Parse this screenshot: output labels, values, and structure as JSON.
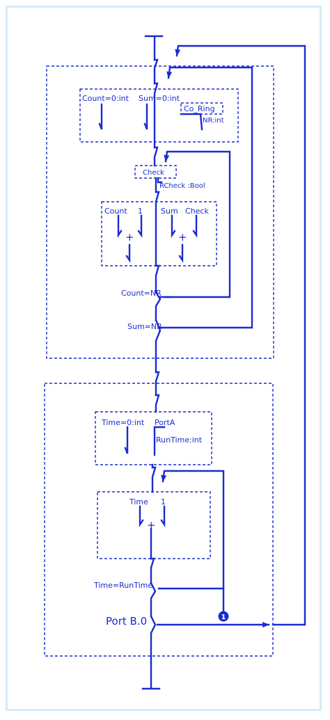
{
  "colors": {
    "line": "#1a2bd0",
    "border": "#d6ecf5",
    "background": "#ffffff",
    "badge_text": "#ffffff"
  },
  "labels": {
    "init1_count": "Count=0:int",
    "init1_sum": "Sum=0:int",
    "co_ring": "Co_Ring",
    "nr_int": "NR:int",
    "check": "Check",
    "rcheck_bool": "RCheck :Bool",
    "add1_count": "Count",
    "add1_one": "1",
    "add1_sum": "Sum",
    "add1_check": "Check",
    "plus_sign": "+",
    "count_eq_nr": "Count=NR",
    "sum_eq_nr": "Sum=NR",
    "init2_time": "Time=0:int",
    "init2_porta": "PortA",
    "runtime_int": "RunTime:int",
    "add2_time": "Time",
    "add2_one": "1",
    "time_eq_runtime": "Time=RunTime",
    "port_b0": "Port B.0",
    "badge_one": "1"
  }
}
